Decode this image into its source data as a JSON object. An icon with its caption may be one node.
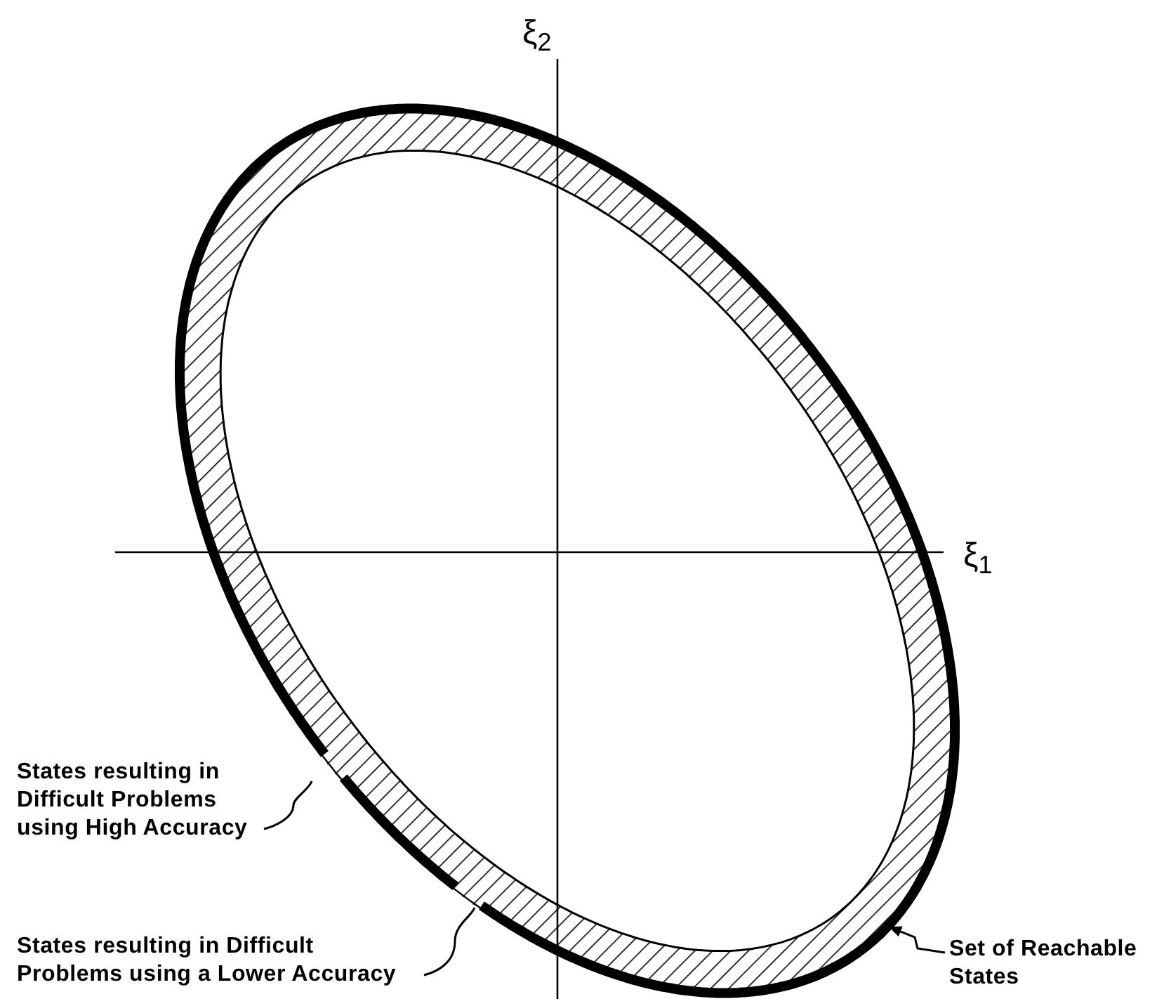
{
  "diagram": {
    "nodes": [
      {
        "text": [
          "Set of Reachable States"
        ]
      },
      {
        "text": [
          "States resulting in Difficult Problems using High Accuracy"
        ]
      },
      {
        "text": [
          "States resulting in Difficult Problems using a Lower Accuracy"
        ]
      }
    ],
    "edges": [
      {
        "from": 0,
        "to": null,
        "arrow": "to"
      },
      {
        "from": 1,
        "to": null,
        "arrow": "none"
      },
      {
        "from": 2,
        "to": null,
        "arrow": "none"
      }
    ],
    "labels": [
      "ξ$_{2}$",
      "ξ$_{1}$"
    ]
  }
}
